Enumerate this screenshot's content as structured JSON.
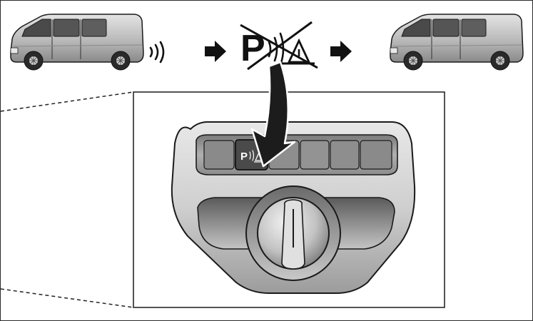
{
  "diagram": {
    "button_letter": "P",
    "icon_letter": "P",
    "colors": {
      "background": "#ffffff",
      "outline": "#1a1a1a",
      "body_light": "#dcdcdc",
      "body_mid": "#b8b8b8",
      "body_dark": "#6e6e6e",
      "button_active": "#4a4a4a",
      "accent_dark": "#1c1c1c"
    },
    "icons": {
      "left_vehicle": "van-icon",
      "signal": "sensor-waves-icon",
      "crossed_out": "parking-sensor-off-icon",
      "right_vehicle": "van-icon",
      "button": "parking-sensor-button"
    }
  }
}
